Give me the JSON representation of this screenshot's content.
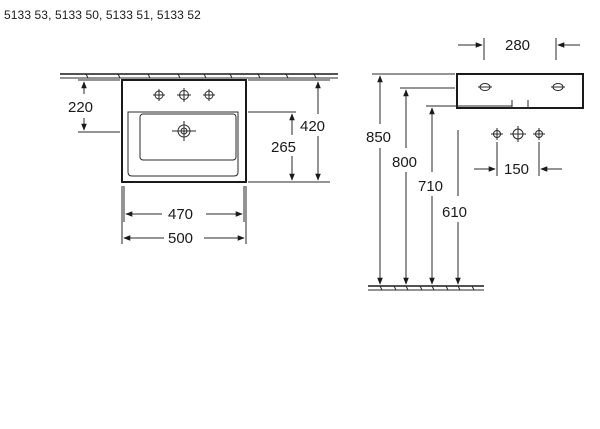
{
  "header": {
    "product_codes": "5133 53, 5133 50, 5133 51, 5133 52"
  },
  "front_view": {
    "dims": {
      "height_top": "220",
      "total_height": "420",
      "bowl_height": "265",
      "inner_width": "470",
      "outer_width": "500"
    }
  },
  "side_view": {
    "dims": {
      "depth": "280",
      "h_850": "850",
      "h_800": "800",
      "h_710": "710",
      "h_610": "610",
      "tap_spacing": "150"
    }
  },
  "colors": {
    "line": "#1a1a1a",
    "background": "#ffffff"
  },
  "icons": [
    "tap-hole-icon",
    "drain-icon",
    "floor-hatch-icon"
  ]
}
